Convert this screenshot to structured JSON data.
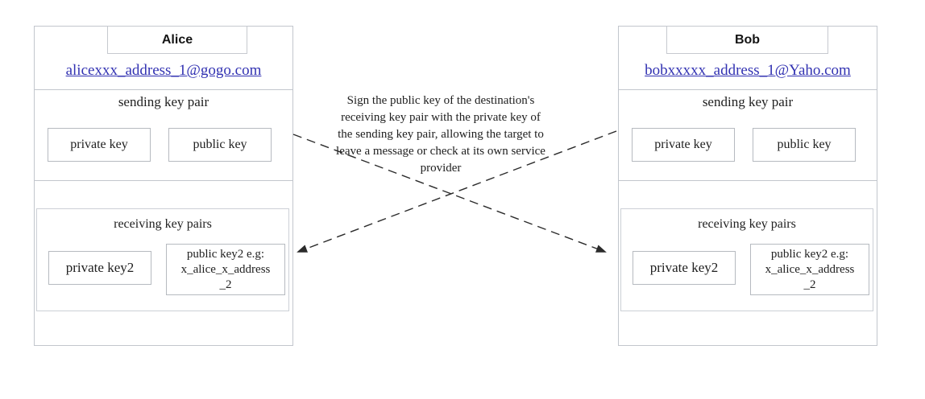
{
  "colors": {
    "background": "#ffffff",
    "panel_border": "#c2c6cd",
    "key_box_border": "#b6bac0",
    "link_blue": "#3232b2",
    "text": "#202020",
    "arrow": "#2b2b2b"
  },
  "alice": {
    "title": "Alice",
    "email": "alicexxx_address_1@gogo.com",
    "sending": {
      "label": "sending key pair",
      "private_key": "private key",
      "public_key": "public key"
    },
    "receiving": {
      "label": "receiving key pairs",
      "private_key": "private key2",
      "public_key": "public key2 e.g:\nx_alice_x_address\n_2"
    }
  },
  "bob": {
    "title": "Bob",
    "email": "bobxxxxx_address_1@Yaho.com",
    "sending": {
      "label": "sending key pair",
      "private_key": "private key",
      "public_key": "public key"
    },
    "receiving": {
      "label": "receiving key pairs",
      "private_key": "private key2",
      "public_key": "public key2 e.g:\nx_alice_x_address\n_2"
    }
  },
  "annotation": "Sign the public key of the destination's\nreceiving key pair with the private key of\nthe sending key pair, allowing the target to\nleave a message or check at its own service\nprovider"
}
